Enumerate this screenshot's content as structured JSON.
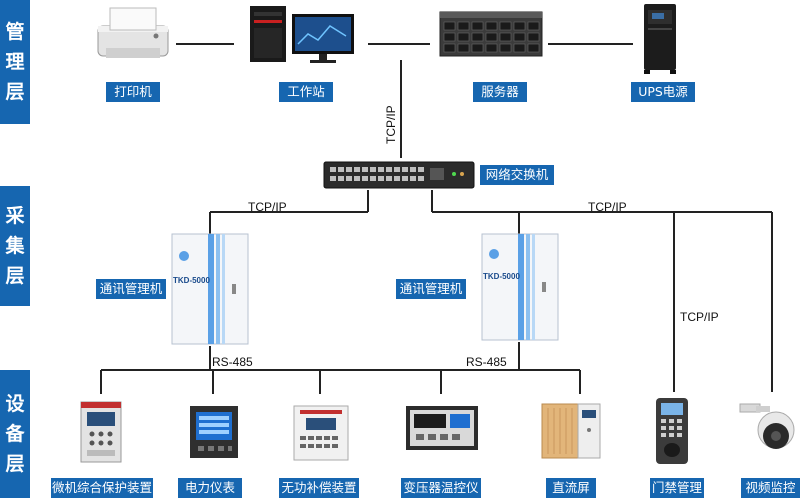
{
  "colors": {
    "accent": "#1666b0",
    "line": "#222222"
  },
  "layers": [
    {
      "id": "management",
      "label": "管理层"
    },
    {
      "id": "collection",
      "label": "采集层"
    },
    {
      "id": "device",
      "label": "设备层"
    }
  ],
  "management": {
    "printer": "打印机",
    "workstation": "工作站",
    "server": "服务器",
    "ups": "UPS电源"
  },
  "network": {
    "switch": "网络交换机",
    "uplink_protocol": "TCP/IP",
    "left_protocol": "TCP/IP",
    "right_protocol": "TCP/IP",
    "branch_protocol": "TCP/IP"
  },
  "collection": {
    "left_manager": "通讯管理机",
    "right_manager": "通讯管理机",
    "model": "TKD-5000",
    "left_bus": "RS-485",
    "right_bus": "RS-485"
  },
  "devices": {
    "relay": "微机综合保护装置",
    "meter": "电力仪表",
    "compensation": "无功补偿装置",
    "transformer": "变压器温控仪",
    "dc": "直流屏",
    "access": "门禁管理",
    "camera": "视频监控"
  }
}
